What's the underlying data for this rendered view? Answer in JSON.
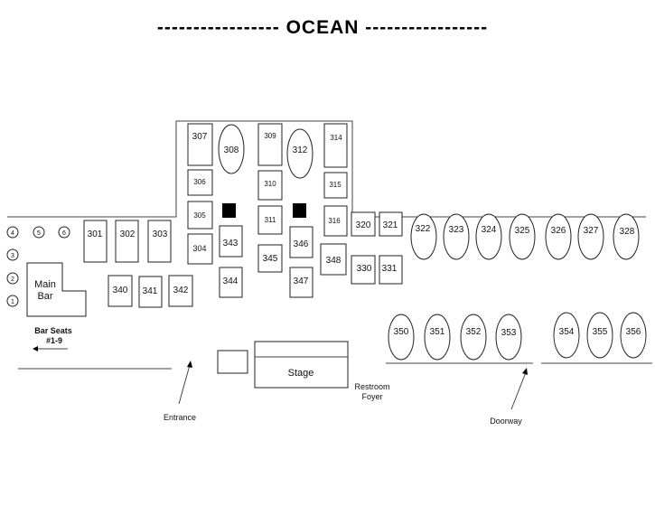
{
  "title": "----------------- OCEAN -----------------",
  "tables": {
    "t301": "301",
    "t302": "302",
    "t303": "303",
    "t304": "304",
    "t305": "305",
    "t306": "306",
    "t307": "307",
    "t308": "308",
    "t309": "309",
    "t310": "310",
    "t311": "311",
    "t312": "312",
    "t314": "314",
    "t315": "315",
    "t316": "316",
    "t320": "320",
    "t321": "321",
    "t322": "322",
    "t323": "323",
    "t324": "324",
    "t325": "325",
    "t326": "326",
    "t327": "327",
    "t328": "328",
    "t330": "330",
    "t331": "331",
    "t340": "340",
    "t341": "341",
    "t342": "342",
    "t343": "343",
    "t344": "344",
    "t345": "345",
    "t346": "346",
    "t347": "347",
    "t348": "348",
    "t350": "350",
    "t351": "351",
    "t352": "352",
    "t353": "353",
    "t354": "354",
    "t355": "355",
    "t356": "356"
  },
  "bar_seats": {
    "s1": "1",
    "s2": "2",
    "s3": "3",
    "s4": "4",
    "s5": "5",
    "s6": "6"
  },
  "main_bar": {
    "line1": "Main",
    "line2": "Bar"
  },
  "bar_seats_label": {
    "line1": "Bar Seats",
    "line2": "#1-9"
  },
  "stage": "Stage",
  "restroom": {
    "line1": "Restroom",
    "line2": "Foyer"
  },
  "entrance": "Entrance",
  "doorway": "Doorway"
}
